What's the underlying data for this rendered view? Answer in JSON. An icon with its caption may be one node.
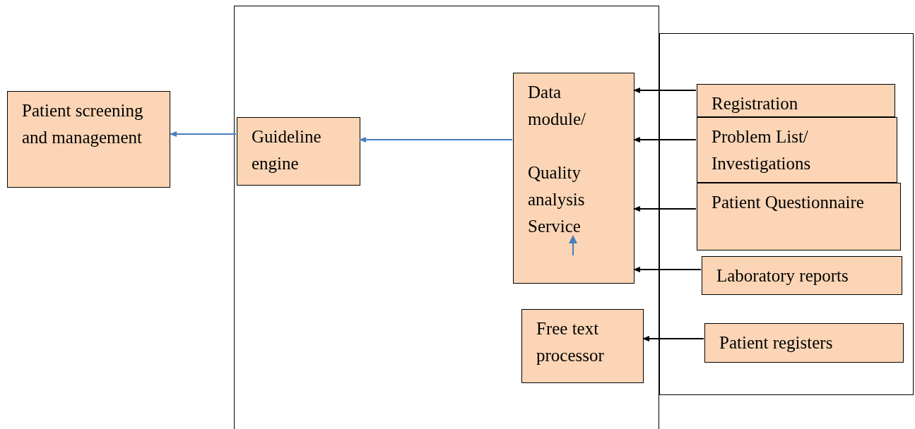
{
  "diagram": {
    "nodes": [
      {
        "text": [],
        "shape": "box"
      },
      {
        "text": [],
        "shape": "box"
      },
      {
        "text": [
          "Patient screening and management"
        ]
      },
      {
        "text": [
          "Guideline engine"
        ],
        "in": 0
      },
      {
        "text": [
          "Data module/",
          "Quality analysis Service"
        ],
        "in": 0
      },
      {
        "text": [
          "Free text processor"
        ],
        "in": 0
      },
      {
        "text": [
          "Registration"
        ],
        "in": 1
      },
      {
        "text": [
          "Problem List/ Investigations"
        ],
        "in": 1
      },
      {
        "text": [
          "Patient Questionnaire"
        ],
        "in": 1
      },
      {
        "text": [
          "Laboratory reports"
        ],
        "in": 1
      },
      {
        "text": [
          "Patient registers"
        ],
        "in": 1
      }
    ],
    "edges": [
      {
        "from": 3,
        "to": 2,
        "arrow": "to",
        "color": "#4a7ebb"
      },
      {
        "from": 4,
        "to": 3,
        "arrow": "to",
        "color": "#4a7ebb"
      },
      {
        "from": 6,
        "to": 4,
        "arrow": "to"
      },
      {
        "from": 7,
        "to": 4,
        "arrow": "to"
      },
      {
        "from": 8,
        "to": 4,
        "arrow": "to"
      },
      {
        "from": 9,
        "to": 4,
        "arrow": "to"
      },
      {
        "from": 10,
        "to": 5,
        "arrow": "to"
      }
    ]
  }
}
